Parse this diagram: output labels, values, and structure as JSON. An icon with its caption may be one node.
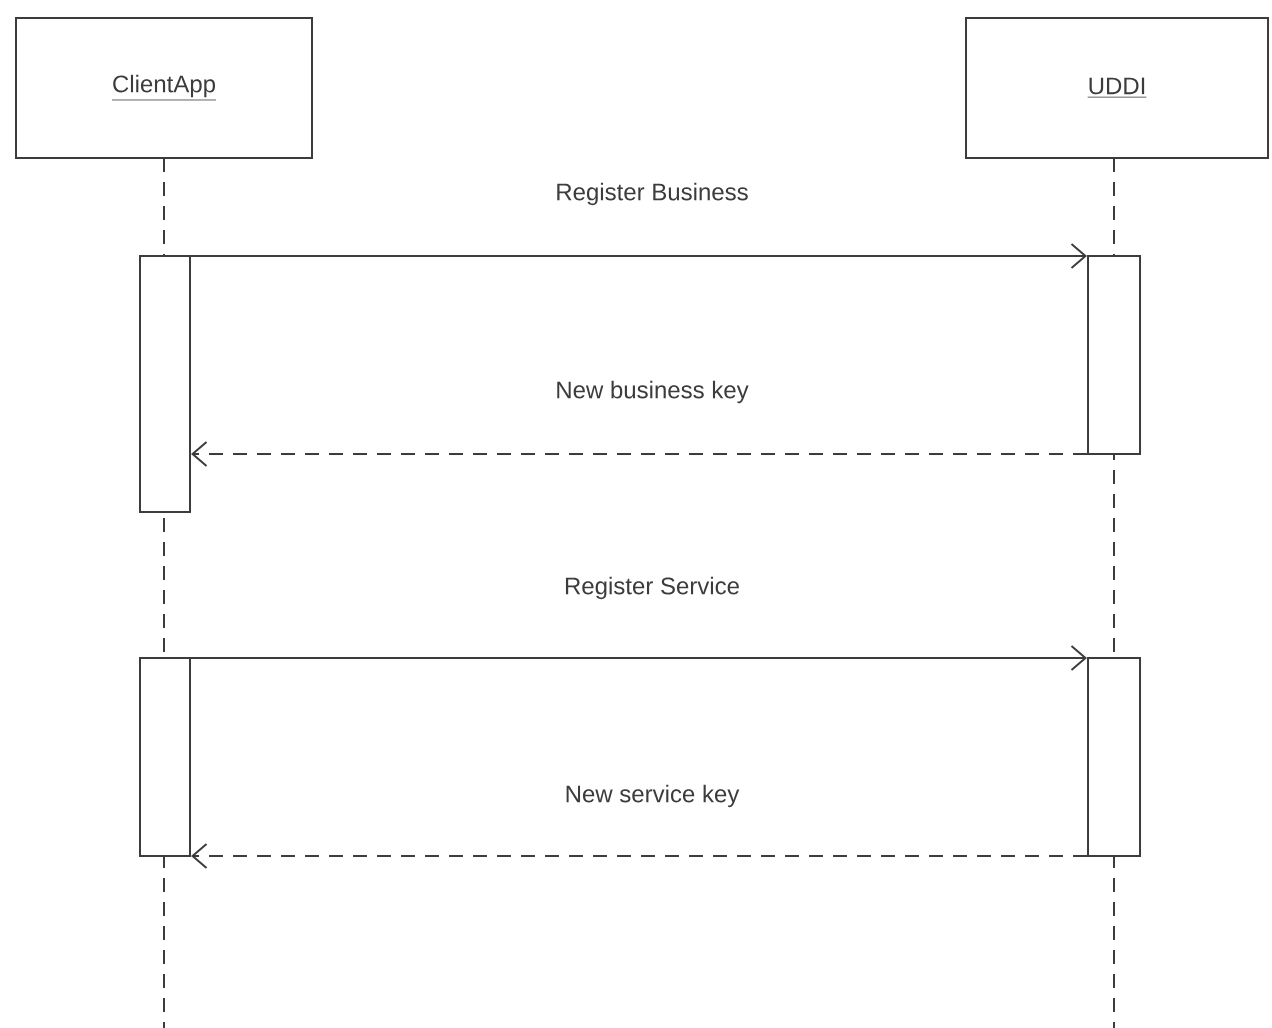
{
  "diagram": {
    "nodes": [
      {
        "text": [
          "ClientApp"
        ]
      },
      {
        "text": [
          "UDDI"
        ]
      },
      {
        "text": [],
        "shape": "bar"
      },
      {
        "text": [],
        "shape": "bar"
      },
      {
        "text": [],
        "shape": "bar"
      },
      {
        "text": [],
        "shape": "bar"
      }
    ],
    "edges": [
      {
        "from": 2,
        "to": 3,
        "arrow": "to",
        "label": "Register Business"
      },
      {
        "from": 3,
        "to": 2,
        "arrow": "to",
        "label": "New business key",
        "style": "dashed"
      },
      {
        "from": 4,
        "to": 5,
        "arrow": "to",
        "label": "Register Service"
      },
      {
        "from": 5,
        "to": 4,
        "arrow": "to",
        "label": "New service key",
        "style": "dashed"
      }
    ]
  }
}
